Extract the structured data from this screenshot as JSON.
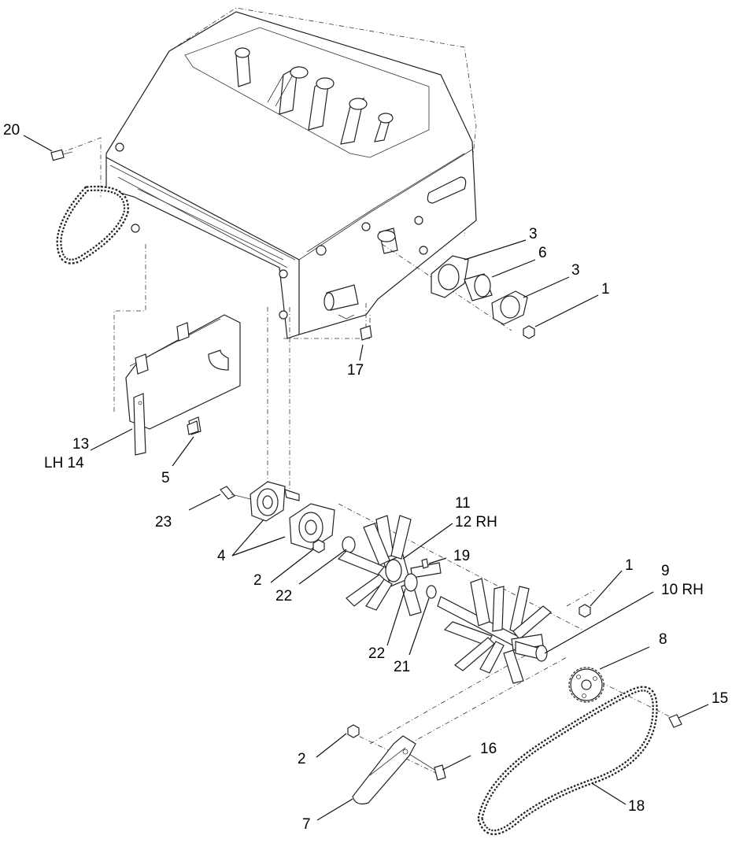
{
  "callouts": {
    "c20": "20",
    "c3a": "3",
    "c6": "6",
    "c3b": "3",
    "c1a": "1",
    "c17": "17",
    "c13": "13",
    "c14": "LH 14",
    "c5": "5",
    "c23": "23",
    "c4": "4",
    "c2a": "2",
    "c22a": "22",
    "c11": "11",
    "c12": "12 RH",
    "c19": "19",
    "c1b": "1",
    "c9": "9",
    "c10": "10 RH",
    "c22b": "22",
    "c21": "21",
    "c8": "8",
    "c15": "15",
    "c2b": "2",
    "c16": "16",
    "c7": "7",
    "c18": "18"
  }
}
